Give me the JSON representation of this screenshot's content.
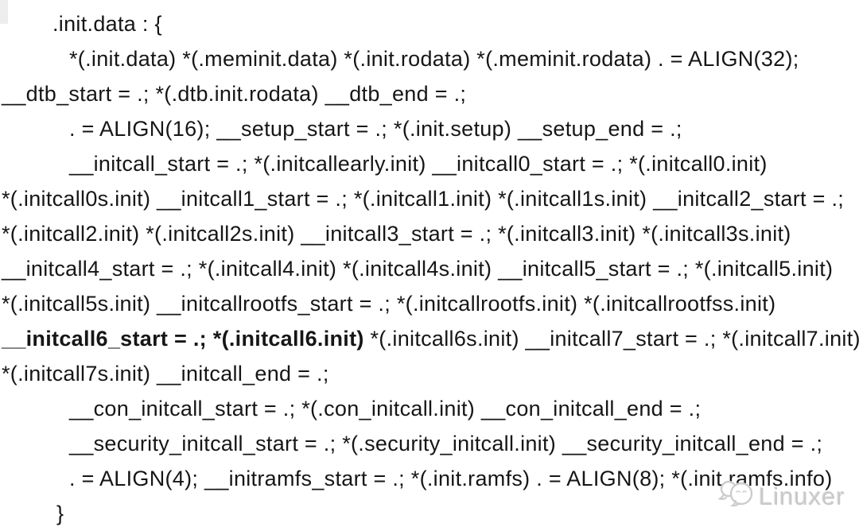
{
  "page": {
    "background_color": "#ffffff",
    "text_color": "#161616"
  },
  "code_block": {
    "language": "linker-script",
    "lines": [
      {
        "indent": 1,
        "segments": [
          {
            "text": ".init.data : {",
            "bold": false
          }
        ]
      },
      {
        "indent": 2,
        "segments": [
          {
            "text": "*(.init.data) *(.meminit.data) *(.init.rodata) *(.meminit.rodata) . = ALIGN(32);",
            "bold": false
          }
        ]
      },
      {
        "indent": 0,
        "segments": [
          {
            "text": "__dtb_start = .; *(.dtb.init.rodata) __dtb_end = .;",
            "bold": false
          }
        ]
      },
      {
        "indent": 2,
        "segments": [
          {
            "text": ". = ALIGN(16); __setup_start = .; *(.init.setup) __setup_end = .;",
            "bold": false
          }
        ]
      },
      {
        "indent": 2,
        "segments": [
          {
            "text": "__initcall_start = .; *(.initcallearly.init) __initcall0_start = .; *(.initcall0.init)",
            "bold": false
          }
        ]
      },
      {
        "indent": 0,
        "segments": [
          {
            "text": "*(.initcall0s.init) __initcall1_start = .; *(.initcall1.init) *(.initcall1s.init) __initcall2_start = .;",
            "bold": false
          }
        ]
      },
      {
        "indent": 0,
        "segments": [
          {
            "text": "*(.initcall2.init) *(.initcall2s.init) __initcall3_start = .; *(.initcall3.init) *(.initcall3s.init)",
            "bold": false
          }
        ]
      },
      {
        "indent": 0,
        "segments": [
          {
            "text": "__initcall4_start = .; *(.initcall4.init) *(.initcall4s.init) __initcall5_start = .; *(.initcall5.init)",
            "bold": false
          }
        ]
      },
      {
        "indent": 0,
        "segments": [
          {
            "text": "*(.initcall5s.init) __initcallrootfs_start = .; *(.initcallrootfs.init) *(.initcallrootfss.init)",
            "bold": false
          }
        ]
      },
      {
        "indent": 0,
        "segments": [
          {
            "text": "__initcall6_start = .; *(.initcall6.init)",
            "bold": true
          },
          {
            "text": " *(.initcall6s.init) __initcall7_start = .; *(.initcall7.init)",
            "bold": false
          }
        ]
      },
      {
        "indent": 0,
        "segments": [
          {
            "text": "*(.initcall7s.init) __initcall_end = .;",
            "bold": false
          }
        ]
      },
      {
        "indent": 2,
        "segments": [
          {
            "text": "__con_initcall_start = .; *(.con_initcall.init) __con_initcall_end = .;",
            "bold": false
          }
        ]
      },
      {
        "indent": 2,
        "segments": [
          {
            "text": "__security_initcall_start = .; *(.security_initcall.init) __security_initcall_end = .;",
            "bold": false
          }
        ]
      },
      {
        "indent": 2,
        "segments": [
          {
            "text": ". = ALIGN(4); __initramfs_start = .; *(.init.ramfs) . = ALIGN(8); *(.init.ramfs.info)",
            "bold": false
          }
        ]
      },
      {
        "indent": 3,
        "segments": [
          {
            "text": "}",
            "bold": false
          }
        ]
      }
    ]
  },
  "watermark": {
    "label": "Linuxer",
    "color": "#c9c9c9",
    "icon": "chat-bubbles-icon"
  }
}
